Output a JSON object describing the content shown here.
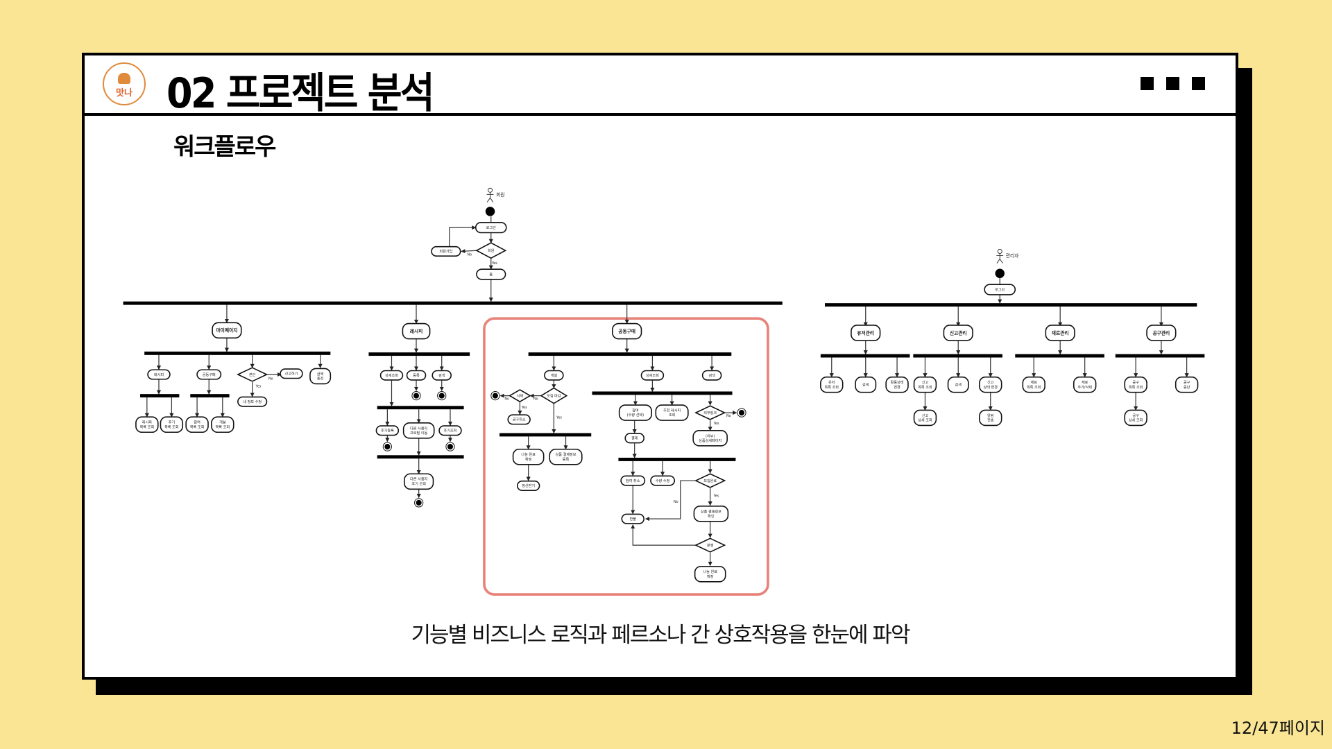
{
  "header": {
    "logo_text": "맛나",
    "title": "02 프로젝트 분석"
  },
  "subtitle": "워크플로우",
  "caption": "기능별 비즈니스 로직과 페르소나 간 상호작용을 한눈에 파악",
  "page_indicator": "12/47페이지",
  "colors": {
    "background": "#F9E594",
    "highlight_box": "#E8837A",
    "logo": "#E08A3C"
  },
  "diagram": {
    "actors": {
      "member": "회원",
      "admin": "관리자"
    },
    "flow_labels": {
      "no": "No",
      "yes": "Yes"
    },
    "nodes": {
      "m_login": [
        "로그인"
      ],
      "m_signup": [
        "회원가입"
      ],
      "m_member": [
        "회원"
      ],
      "m_home": [
        "홈"
      ],
      "mypage": [
        "마이페이지"
      ],
      "mp_recipe": [
        "레시피"
      ],
      "mp_gp": [
        "공동구매"
      ],
      "mp_self": [
        "본인"
      ],
      "mp_report": [
        "신고하기"
      ],
      "mp_charge": [
        "금액",
        "충전"
      ],
      "mp_edit": [
        "내 정보 수정"
      ],
      "mp_r_list": [
        "레시피",
        "목록 조회"
      ],
      "mp_rv_list": [
        "후기",
        "목록 조회"
      ],
      "mp_join_list": [
        "참여",
        "목록 조회"
      ],
      "mp_open_list": [
        "개설",
        "목록 조회"
      ],
      "recipe": [
        "레시피"
      ],
      "r_detail": [
        "상세조회"
      ],
      "r_reg": [
        "등록"
      ],
      "r_search": [
        "검색"
      ],
      "r_rv_reg": [
        "후기등록"
      ],
      "r_profile": [
        "다른 사용자",
        "프로필 이동"
      ],
      "r_rv_view": [
        "후기조회"
      ],
      "r_other_rv": [
        "다른 사용자",
        "후기 조회"
      ],
      "gp": [
        "공동구매"
      ],
      "g_open": [
        "개설"
      ],
      "g_detail": [
        "상세조회"
      ],
      "g_search": [
        "검색"
      ],
      "g_deadline": [
        "모집 마감"
      ],
      "g_delete": [
        "삭제"
      ],
      "g_cancel": [
        "공구취소"
      ],
      "g_share_done": [
        "나눔 완료",
        "확정"
      ],
      "g_pay_reg": [
        "상품 결제정보",
        "등록"
      ],
      "g_settle": [
        "정산받기"
      ],
      "g_join": [
        "참여",
        "(수량 선택)"
      ],
      "g_rec": [
        "추천 레시피",
        "조회"
      ],
      "g_ext": [
        "외부링크"
      ],
      "g_ext_page": [
        "(외부)",
        "상품상세페이지"
      ],
      "g_pay": [
        "결제"
      ],
      "g_join_cancel": [
        "참여 취소"
      ],
      "g_qty": [
        "수량 수정"
      ],
      "g_recruit_done": [
        "모집완료"
      ],
      "g_pay_check": [
        "상품 결제정보",
        "확인"
      ],
      "g_refund": [
        "환불"
      ],
      "g_dispute": [
        "분쟁"
      ],
      "g_share_done2": [
        "나눔 완료",
        "확정"
      ],
      "a_login": [
        "로그인"
      ],
      "a_user": [
        "유저관리"
      ],
      "a_report": [
        "신고관리"
      ],
      "a_ingr": [
        "재료관리"
      ],
      "a_gp": [
        "공구관리"
      ],
      "a_user_list": [
        "유저",
        "목록 조회"
      ],
      "a_user_search": [
        "검색"
      ],
      "a_user_status": [
        "활동상태",
        "변경"
      ],
      "a_rep_list": [
        "신고",
        "목록 조회"
      ],
      "a_rep_search": [
        "검색"
      ],
      "a_rep_status": [
        "신고",
        "상태 변경"
      ],
      "a_rep_detail": [
        "신고",
        "상세 조회"
      ],
      "a_notify": [
        "알림",
        "전송"
      ],
      "a_ingr_list": [
        "재료",
        "목록 조회"
      ],
      "a_ingr_edit": [
        "재료",
        "추가/삭제"
      ],
      "a_gp_list": [
        "공구",
        "목록 조회"
      ],
      "a_gp_stop": [
        "공구",
        "중단"
      ],
      "a_gp_detail": [
        "공구",
        "상세 조회"
      ]
    }
  }
}
